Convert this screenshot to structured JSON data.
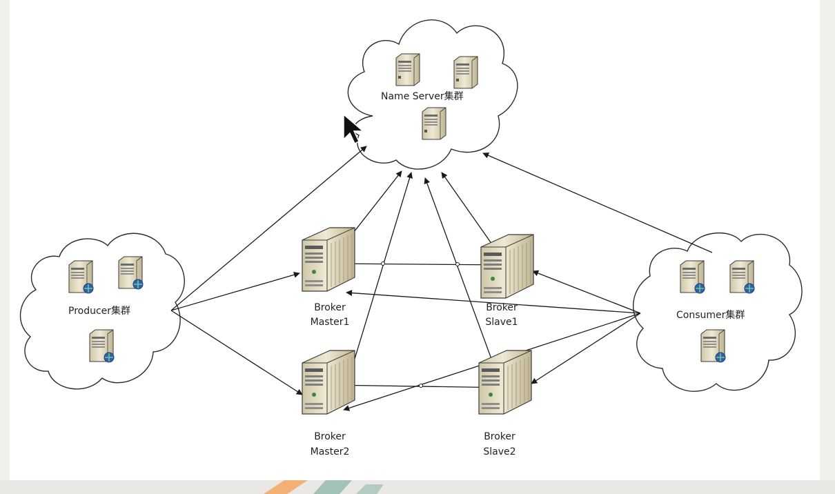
{
  "diagram": {
    "name_server": {
      "label": "Name Server集群"
    },
    "producer": {
      "label": "Producer集群"
    },
    "consumer": {
      "label": "Consumer集群"
    },
    "broker_master1": {
      "line1": "Broker",
      "line2": "Master1"
    },
    "broker_slave1": {
      "line1": "Broker",
      "line2": "Slave1"
    },
    "broker_master2": {
      "line1": "Broker",
      "line2": "Master2"
    },
    "broker_slave2": {
      "line1": "Broker",
      "line2": "Slave2"
    }
  },
  "colors": {
    "page_background": "#f1f0ec",
    "canvas": "#ffffff",
    "lines": "#1a1a1a",
    "server_body": "#e3dcc4",
    "server_shade": "#b9ae8c",
    "globe_badge": "#2a63b5",
    "watermark_orange": "#f4a460",
    "watermark_teal": "#8fb8a8"
  },
  "cursor": {
    "icon": "mouse-pointer-icon"
  }
}
